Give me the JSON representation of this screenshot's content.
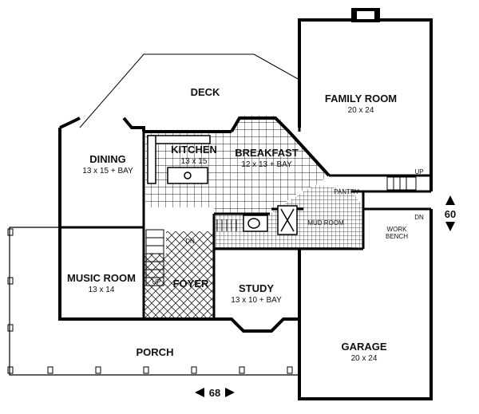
{
  "rooms": {
    "deck": {
      "name": "DECK"
    },
    "family_room": {
      "name": "FAMILY ROOM",
      "size": "20 x 24"
    },
    "dining": {
      "name": "DINING",
      "size": "13 x 15 + BAY"
    },
    "kitchen": {
      "name": "KITCHEN",
      "size": "13 x 15"
    },
    "breakfast": {
      "name": "BREAKFAST",
      "size": "12 x 13 + BAY"
    },
    "pantry": {
      "name": "PANTRY"
    },
    "mud_room": {
      "name": "MUD ROOM"
    },
    "work_bench": {
      "name_line1": "WORK",
      "name_line2": "BENCH"
    },
    "music_room": {
      "name": "MUSIC ROOM",
      "size": "13 x 14"
    },
    "foyer": {
      "name": "FOYER"
    },
    "study": {
      "name": "STUDY",
      "size": "13 x 10 + BAY"
    },
    "garage": {
      "name": "GARAGE",
      "size": "20 x 24"
    },
    "porch": {
      "name": "PORCH"
    }
  },
  "stairs": {
    "up_main": "UP",
    "dn_main": "DN",
    "up_rear": "UP",
    "dn_rear": "DN"
  },
  "dimensions": {
    "width": "68",
    "depth": "60"
  },
  "colors": {
    "wall": "#000000",
    "paper": "#ffffff",
    "tile": "#222222"
  }
}
